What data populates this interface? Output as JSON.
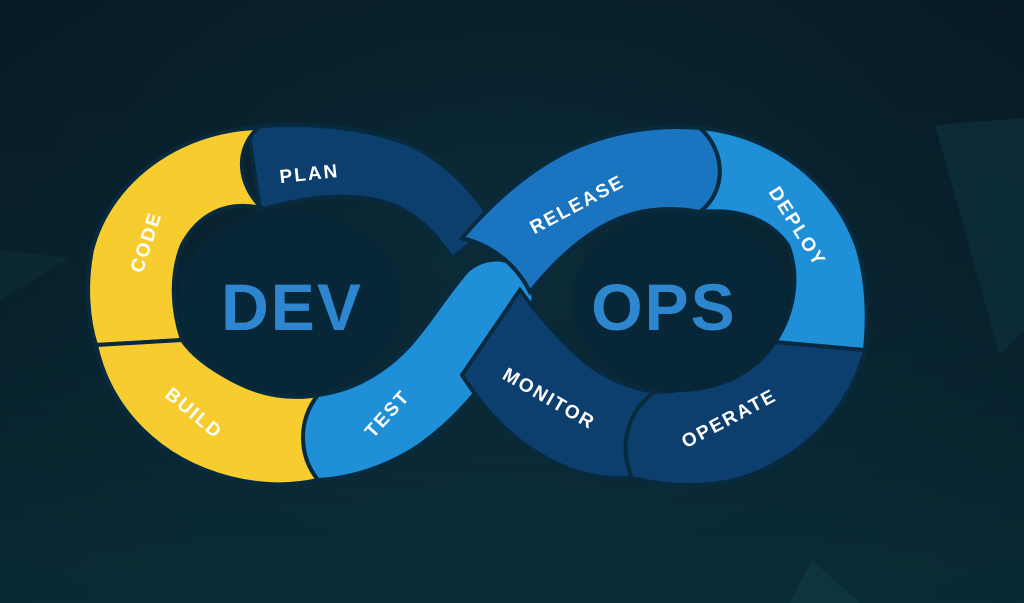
{
  "diagram": {
    "left_title": "DEV",
    "right_title": "OPS",
    "stages": [
      {
        "key": "plan",
        "label": "PLAN"
      },
      {
        "key": "code",
        "label": "CODE"
      },
      {
        "key": "build",
        "label": "BUILD"
      },
      {
        "key": "test",
        "label": "TEST"
      },
      {
        "key": "release",
        "label": "RELEASE"
      },
      {
        "key": "deploy",
        "label": "DEPLOY"
      },
      {
        "key": "operate",
        "label": "OPERATE"
      },
      {
        "key": "monitor",
        "label": "MONITOR"
      }
    ]
  },
  "colors": {
    "background": "#071b26",
    "yellow": "#f7cc2e",
    "dark_blue": "#0d3f6e",
    "mid_blue": "#1a74bf",
    "light_blue": "#1f8fd8",
    "title_blue": "#2e86cf",
    "divider": "#082a3f"
  }
}
